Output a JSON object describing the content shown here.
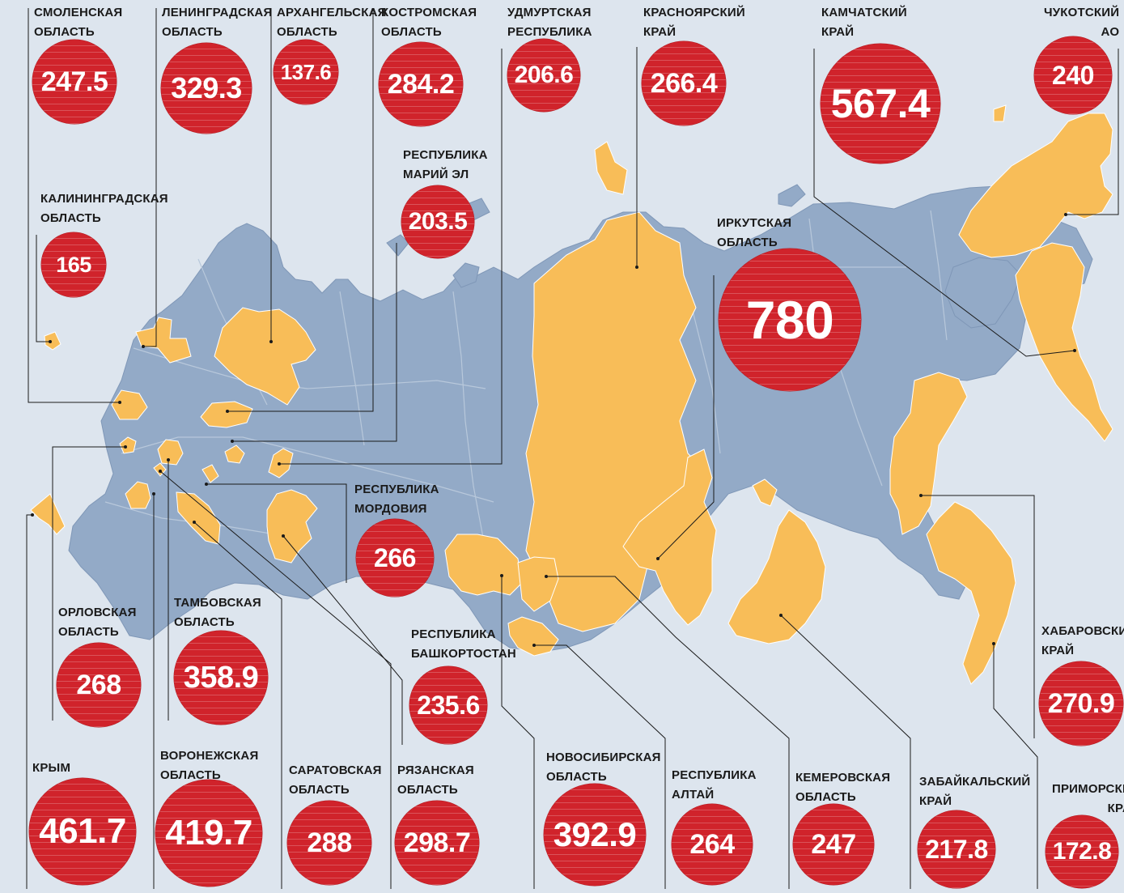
{
  "colors": {
    "background": "#dde5ee",
    "region_default": "#93aac7",
    "region_highlight": "#f8bd58",
    "bubble": "#d0232b",
    "leader_line": "#1a1a1a"
  },
  "regions": [
    {
      "id": "smolenskaya",
      "name_lines": [
        "СМОЛЕНСКАЯ",
        "ОБЛАСТЬ"
      ],
      "value": "247.5"
    },
    {
      "id": "leningradskaya",
      "name_lines": [
        "ЛЕНИНГРАДСКАЯ",
        "ОБЛАСТЬ"
      ],
      "value": "329.3"
    },
    {
      "id": "arkhangelskaya",
      "name_lines": [
        "АРХАНГЕЛЬСКАЯ",
        "ОБЛАСТЬ"
      ],
      "value": "137.6"
    },
    {
      "id": "kostromskaya",
      "name_lines": [
        "КОСТРОМСКАЯ",
        "ОБЛАСТЬ"
      ],
      "value": "284.2"
    },
    {
      "id": "udmurtskaya",
      "name_lines": [
        "УДМУРТСКАЯ",
        "РЕСПУБЛИКА"
      ],
      "value": "206.6"
    },
    {
      "id": "krasnoyarsky",
      "name_lines": [
        "КРАСНОЯРСКИЙ",
        "КРАЙ"
      ],
      "value": "266.4"
    },
    {
      "id": "kamchatsky",
      "name_lines": [
        "КАМЧАТСКИЙ",
        "КРАЙ"
      ],
      "value": "567.4"
    },
    {
      "id": "chukotsky",
      "name_lines": [
        "ЧУКОТСКИЙ",
        "АО"
      ],
      "value": "240"
    },
    {
      "id": "kaliningradskaya",
      "name_lines": [
        "КАЛИНИНГРАДСКАЯ",
        "ОБЛАСТЬ"
      ],
      "value": "165"
    },
    {
      "id": "mariy-el",
      "name_lines": [
        "РЕСПУБЛИКА",
        "МАРИЙ ЭЛ"
      ],
      "value": "203.5"
    },
    {
      "id": "irkutskaya",
      "name_lines": [
        "ИРКУТСКАЯ",
        "ОБЛАСТЬ"
      ],
      "value": "780"
    },
    {
      "id": "mordoviya",
      "name_lines": [
        "РЕСПУБЛИКА",
        "МОРДОВИЯ"
      ],
      "value": "266"
    },
    {
      "id": "orlovskaya",
      "name_lines": [
        "ОРЛОВСКАЯ",
        "ОБЛАСТЬ"
      ],
      "value": "268"
    },
    {
      "id": "tambovskaya",
      "name_lines": [
        "ТАМБОВСКАЯ",
        "ОБЛАСТЬ"
      ],
      "value": "358.9"
    },
    {
      "id": "bashkortostan",
      "name_lines": [
        "РЕСПУБЛИКА",
        "БАШКОРТОСТАН"
      ],
      "value": "235.6"
    },
    {
      "id": "khabarovsky",
      "name_lines": [
        "ХАБАРОВСКИЙ",
        "КРАЙ"
      ],
      "value": "270.9"
    },
    {
      "id": "krym",
      "name_lines": [
        "КРЫМ"
      ],
      "value": "461.7"
    },
    {
      "id": "voronezhskaya",
      "name_lines": [
        "ВОРОНЕЖСКАЯ",
        "ОБЛАСТЬ"
      ],
      "value": "419.7"
    },
    {
      "id": "saratovskaya",
      "name_lines": [
        "САРАТОВСКАЯ",
        "ОБЛАСТЬ"
      ],
      "value": "288"
    },
    {
      "id": "ryazanskaya",
      "name_lines": [
        "РЯЗАНСКАЯ",
        "ОБЛАСТЬ"
      ],
      "value": "298.7"
    },
    {
      "id": "novosibirskaya",
      "name_lines": [
        "НОВОСИБИРСКАЯ",
        "ОБЛАСТЬ"
      ],
      "value": "392.9"
    },
    {
      "id": "altai",
      "name_lines": [
        "РЕСПУБЛИКА",
        "АЛТАЙ"
      ],
      "value": "264"
    },
    {
      "id": "kemerovskaya",
      "name_lines": [
        "КЕМЕРОВСКАЯ",
        "ОБЛАСТЬ"
      ],
      "value": "247"
    },
    {
      "id": "zabaikalsky",
      "name_lines": [
        "ЗАБАЙКАЛЬСКИЙ",
        "КРАЙ"
      ],
      "value": "217.8"
    },
    {
      "id": "primorsky",
      "name_lines": [
        "ПРИМОРСКИЙ",
        "КРАЙ"
      ],
      "value": "172.8"
    }
  ]
}
